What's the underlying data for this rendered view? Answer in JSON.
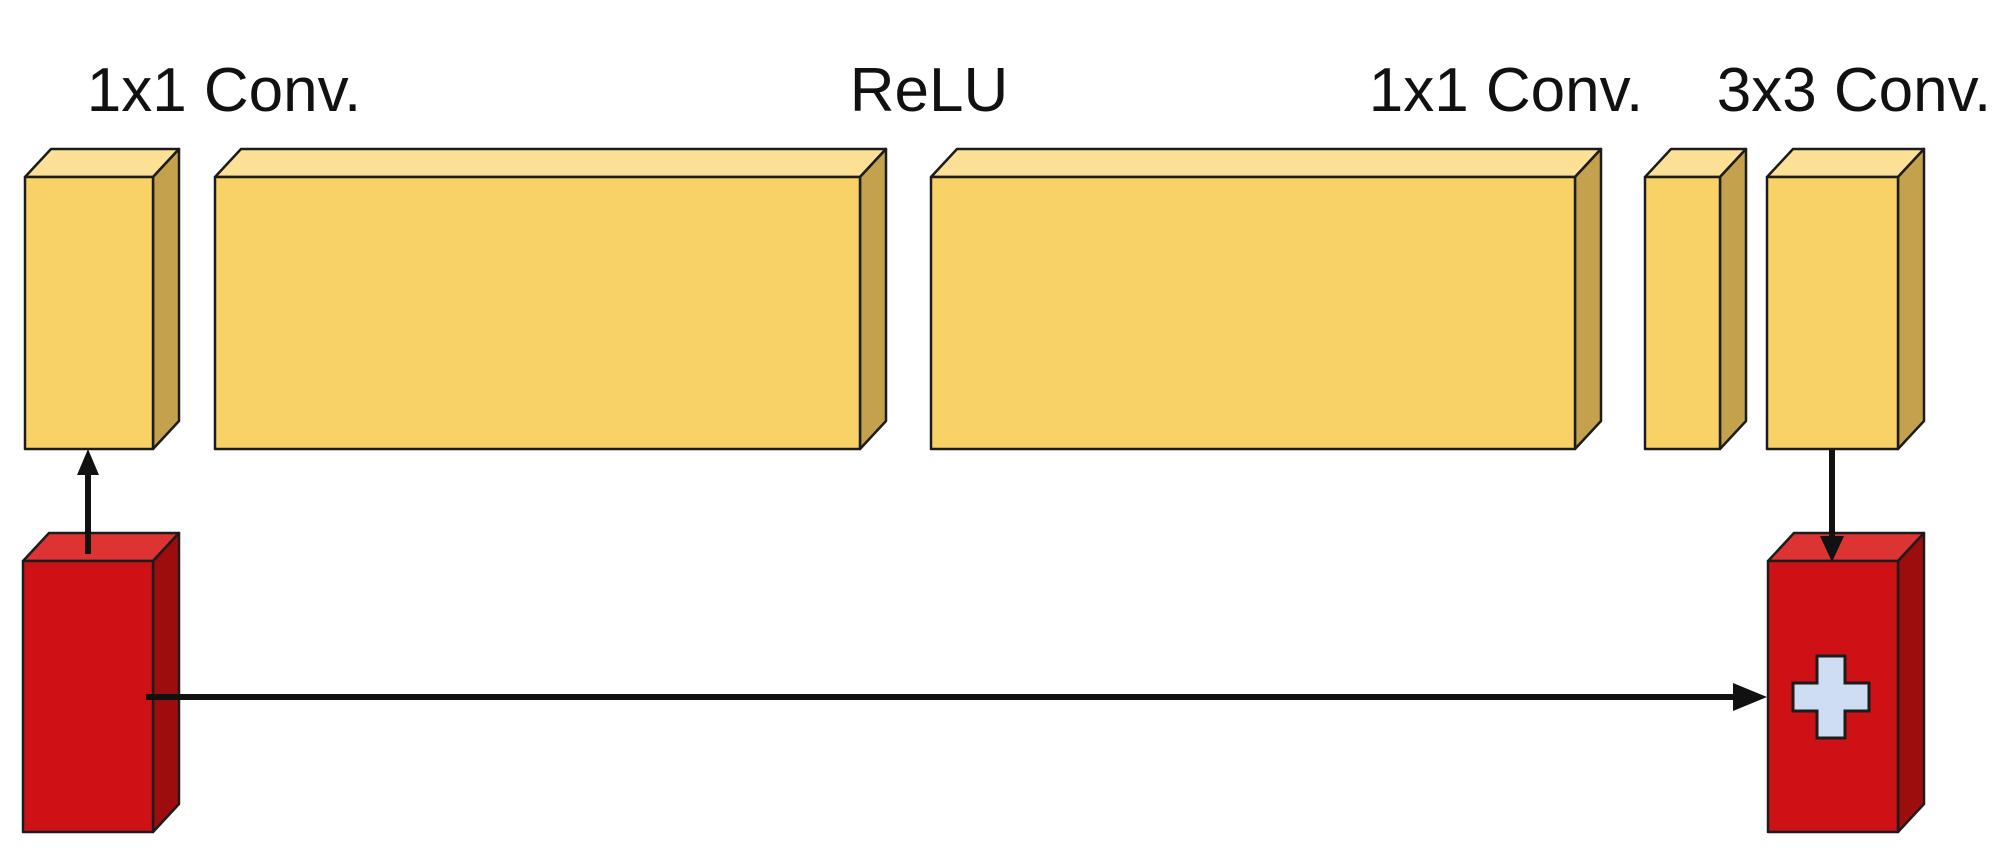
{
  "diagram": {
    "kind": "residual-bottleneck-block",
    "labels": {
      "conv1x1_a": "1x1 Conv.",
      "relu": "ReLU",
      "conv1x1_b": "1x1 Conv.",
      "conv3x3": "3x3 Conv."
    },
    "icons": {
      "plus": "+"
    },
    "colors": {
      "background": "#ffffff",
      "yellow_front": "#f8d266",
      "yellow_top": "#fbe096",
      "yellow_side": "#c4a14d",
      "red_front": "#ce1114",
      "red_top": "#dd3333",
      "red_side": "#9e0d0d",
      "outline": "#1c1c1c",
      "arrow": "#111111",
      "plus_fill": "#cfddf2",
      "label_text": "#111111"
    }
  }
}
